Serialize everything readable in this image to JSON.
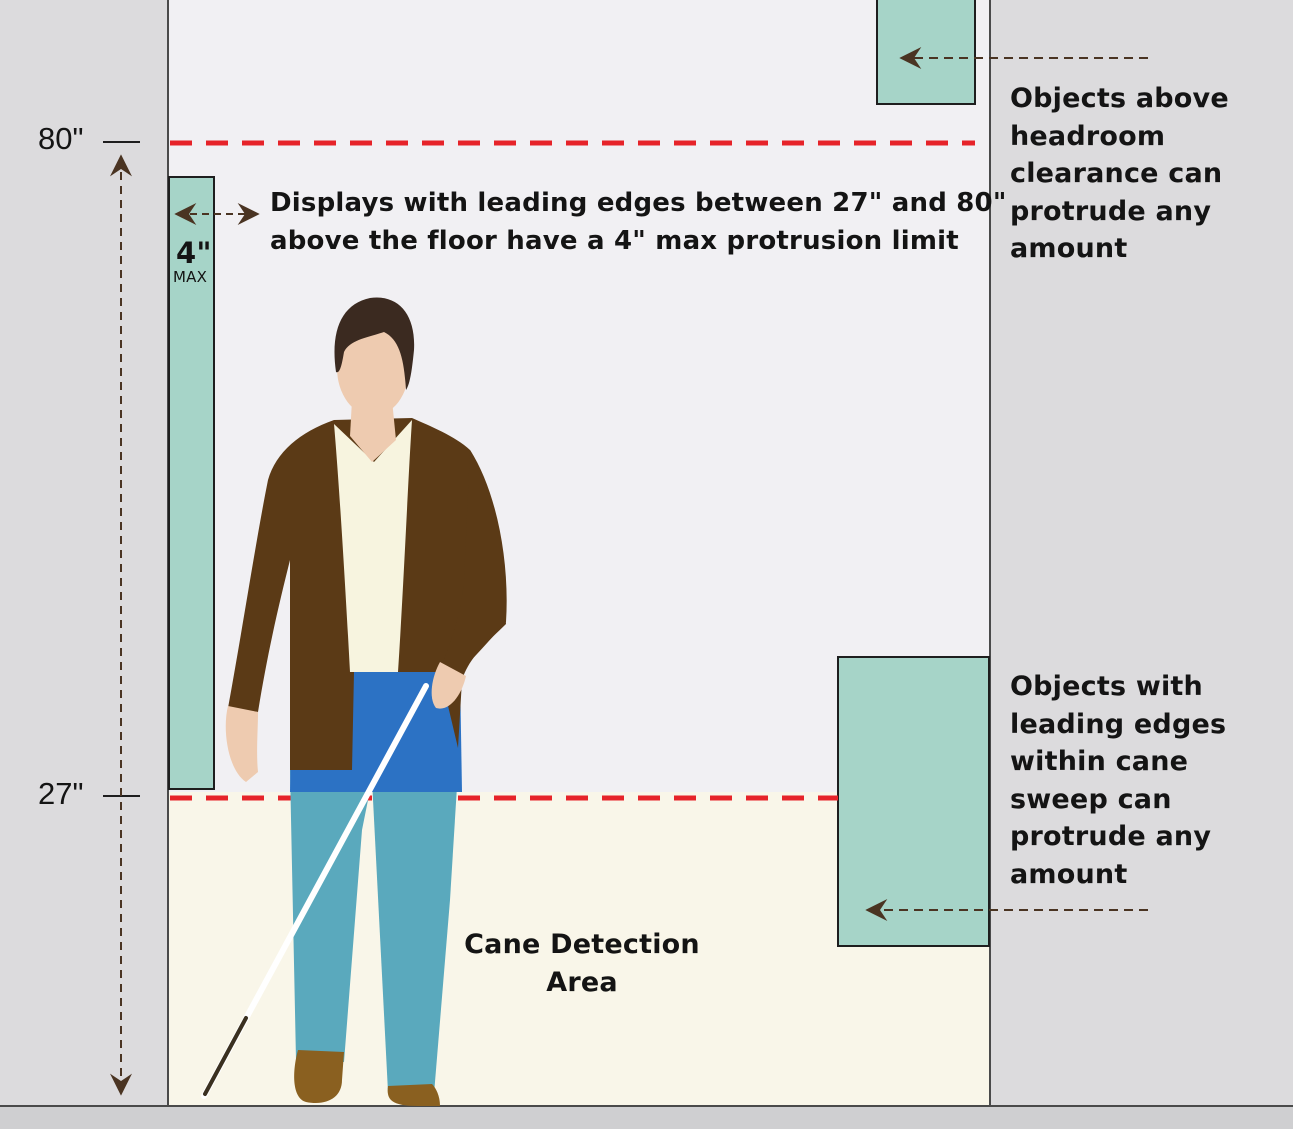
{
  "colors": {
    "wall": "#dcdbdd",
    "corridor": "#f1f0f3",
    "cane_area": "#f9f6e9",
    "object_fill": "#a6d4c8",
    "object_stroke": "#1e1e1e",
    "threshold_line": "#e62329",
    "arrow": "#4a3422",
    "jacket": "#5b3a16",
    "pants": "#2c72c4",
    "pants_low": "#5aa9bd",
    "shirt": "#f7f4df",
    "skin": "#eecbb0",
    "hair": "#3b2a20",
    "shoes": "#8a6020"
  },
  "measurements": {
    "high": "80\"",
    "low": "27\"",
    "protrusion_value": "4\"",
    "protrusion_qualifier": "MAX"
  },
  "labels": {
    "wall_display_line1": "Displays with leading edges between 27\" and 80\"",
    "wall_display_line2": "above the floor have a 4\" max protrusion limit",
    "headroom_note": "Objects above headroom clearance can protrude any amount",
    "cane_sweep_note": "Objects with leading edges within cane sweep can protrude any amount",
    "cane_area_line1": "Cane Detection",
    "cane_area_line2": "Area"
  },
  "icons": {
    "person": "person-with-white-cane-icon"
  }
}
